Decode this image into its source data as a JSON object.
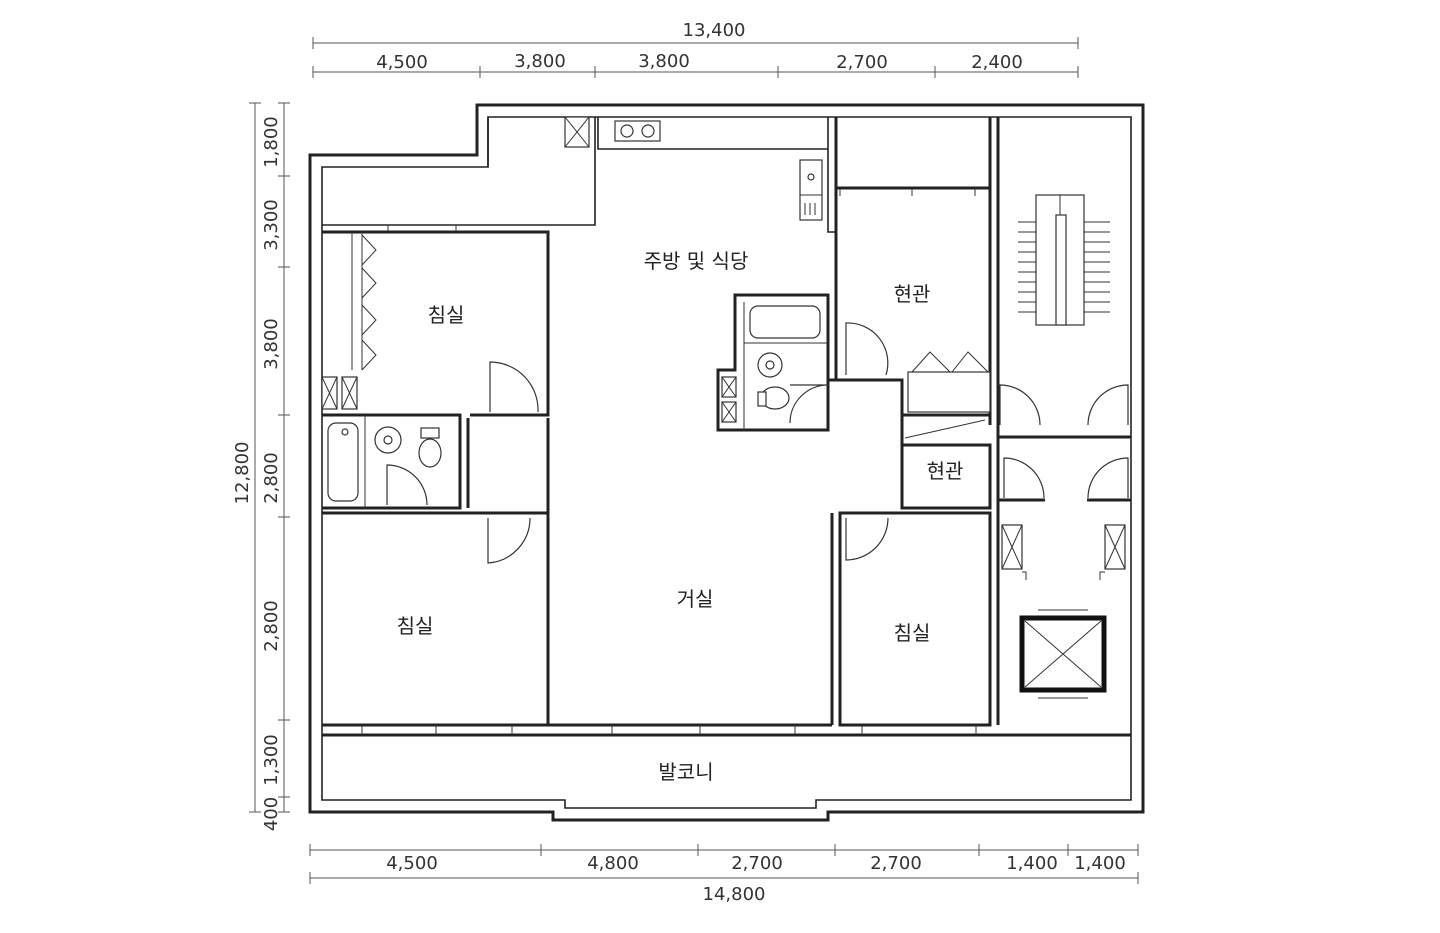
{
  "dimensions": {
    "top_total": "13,400",
    "top": [
      "4,500",
      "3,800",
      "3,800",
      "2,700",
      "2,400"
    ],
    "left_total": "12,800",
    "left": [
      "1,800",
      "3,300",
      "3,800",
      "2,800",
      "2,800",
      "1,300",
      "400"
    ],
    "bottom": [
      "4,500",
      "4,800",
      "2,700",
      "2,700",
      "1,400",
      "1,400"
    ],
    "bottom_total": "14,800"
  },
  "rooms": {
    "kitchen": "주방 및 식당",
    "bedroom_top": "침실",
    "entrance_top": "현관",
    "entrance_mid": "현관",
    "living": "거실",
    "bedroom_left": "침실",
    "bedroom_right": "침실",
    "balcony": "발코니"
  }
}
